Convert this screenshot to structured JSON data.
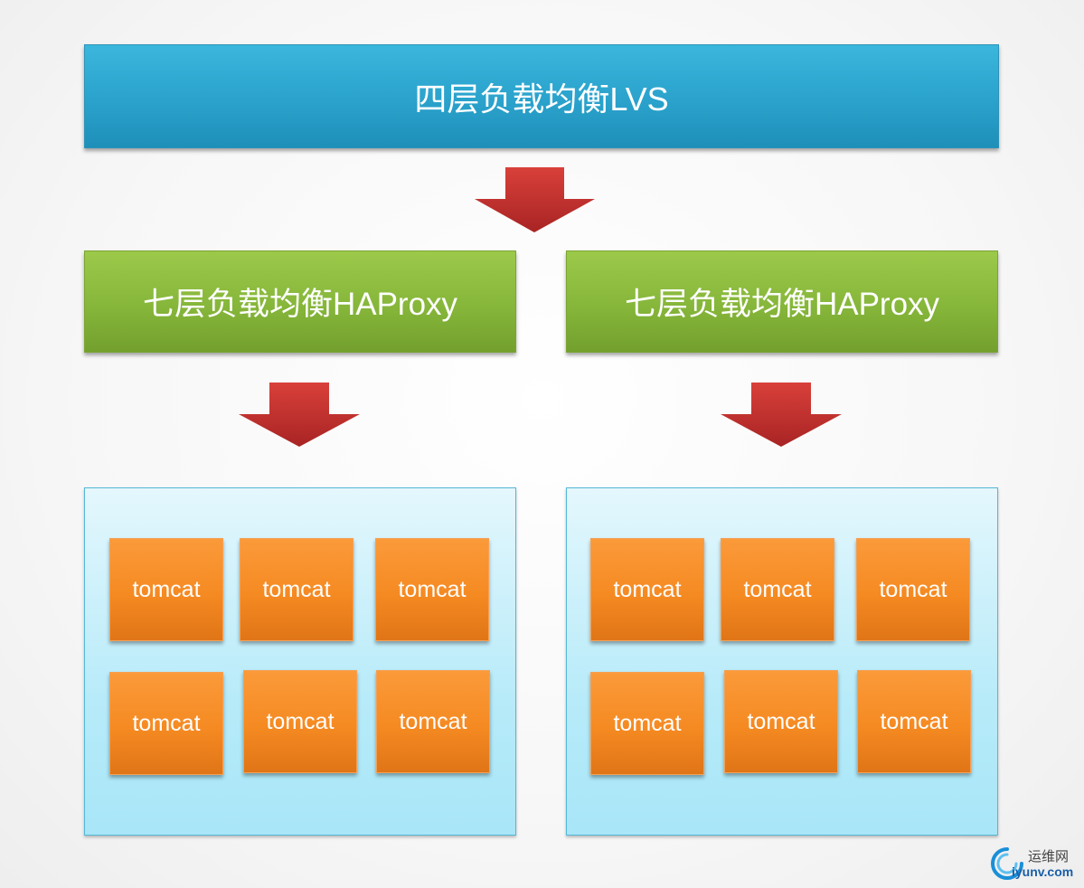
{
  "top": {
    "label": "四层负载均衡LVS"
  },
  "middle": [
    {
      "label": "七层负载均衡HAProxy"
    },
    {
      "label": "七层负载均衡HAProxy"
    }
  ],
  "groups": [
    {
      "servers": [
        "tomcat",
        "tomcat",
        "tomcat",
        "tomcat",
        "tomcat",
        "tomcat"
      ]
    },
    {
      "servers": [
        "tomcat",
        "tomcat",
        "tomcat",
        "tomcat",
        "tomcat",
        "tomcat"
      ]
    }
  ],
  "watermark": {
    "cn": "运维网",
    "en": "iyunv.com"
  },
  "colors": {
    "lvs": "#2aa2cc",
    "haproxy": "#86b63a",
    "tomcat": "#f58a22",
    "group_bg": "#b8ebf9",
    "arrow": "#c0302f"
  }
}
